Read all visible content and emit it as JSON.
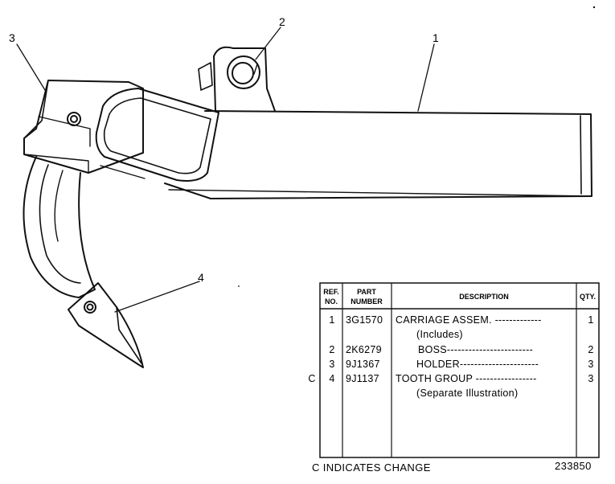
{
  "callouts": [
    "1",
    "2",
    "3",
    "4"
  ],
  "table": {
    "headers": {
      "ref_line1": "REF.",
      "ref_line2": "NO.",
      "part_line1": "PART",
      "part_line2": "NUMBER",
      "description": "DESCRIPTION",
      "qty": "QTY."
    },
    "rows": [
      {
        "change": "",
        "ref": "1",
        "part": "3G1570",
        "desc": "CARRIAGE ASSEM. -------------",
        "qty": "1"
      },
      {
        "change": "",
        "ref": "",
        "part": "",
        "desc": "(Includes)",
        "qty": ""
      },
      {
        "change": "",
        "ref": "2",
        "part": "2K6279",
        "desc": "BOSS------------------------",
        "qty": "2"
      },
      {
        "change": "",
        "ref": "3",
        "part": "9J1367",
        "desc": "HOLDER----------------------",
        "qty": "3"
      },
      {
        "change": "C",
        "ref": "4",
        "part": "9J1137",
        "desc": "TOOTH GROUP -----------------",
        "qty": "3"
      },
      {
        "change": "",
        "ref": "",
        "part": "",
        "desc": "(Separate Illustration)",
        "qty": ""
      }
    ]
  },
  "footer": {
    "legend": "C  INDICATES CHANGE",
    "figure_number": "233850"
  }
}
